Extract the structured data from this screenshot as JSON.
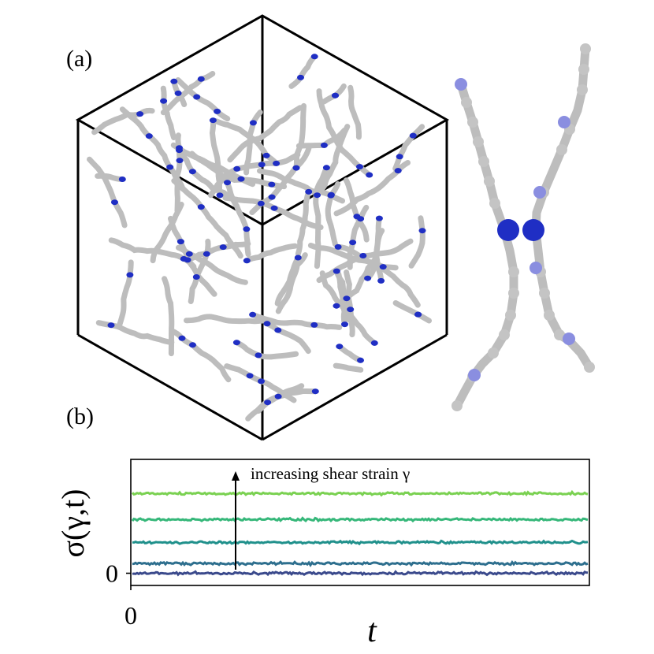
{
  "panels": {
    "a": {
      "label": "(a)"
    },
    "b": {
      "label": "(b)"
    }
  },
  "colors": {
    "chain": "#bdbdbd",
    "crosslink": "#1f2ec4",
    "sticker": "#8a8ee0",
    "box": "#000000"
  },
  "chart_data": {
    "type": "line",
    "ylabel": "σ(γ,t)",
    "xlabel": "t",
    "x_tick_labels": [
      "0"
    ],
    "y_tick_labels": [
      "0"
    ],
    "annotation": "increasing shear strain γ",
    "ylim": [
      -0.15,
      1.4
    ],
    "series": [
      {
        "level": 0.0,
        "color": "#3b4a8c"
      },
      {
        "level": 0.12,
        "color": "#2e6f8e"
      },
      {
        "level": 0.38,
        "color": "#21918c"
      },
      {
        "level": 0.66,
        "color": "#35b779"
      },
      {
        "level": 0.98,
        "color": "#7ad151"
      }
    ]
  }
}
